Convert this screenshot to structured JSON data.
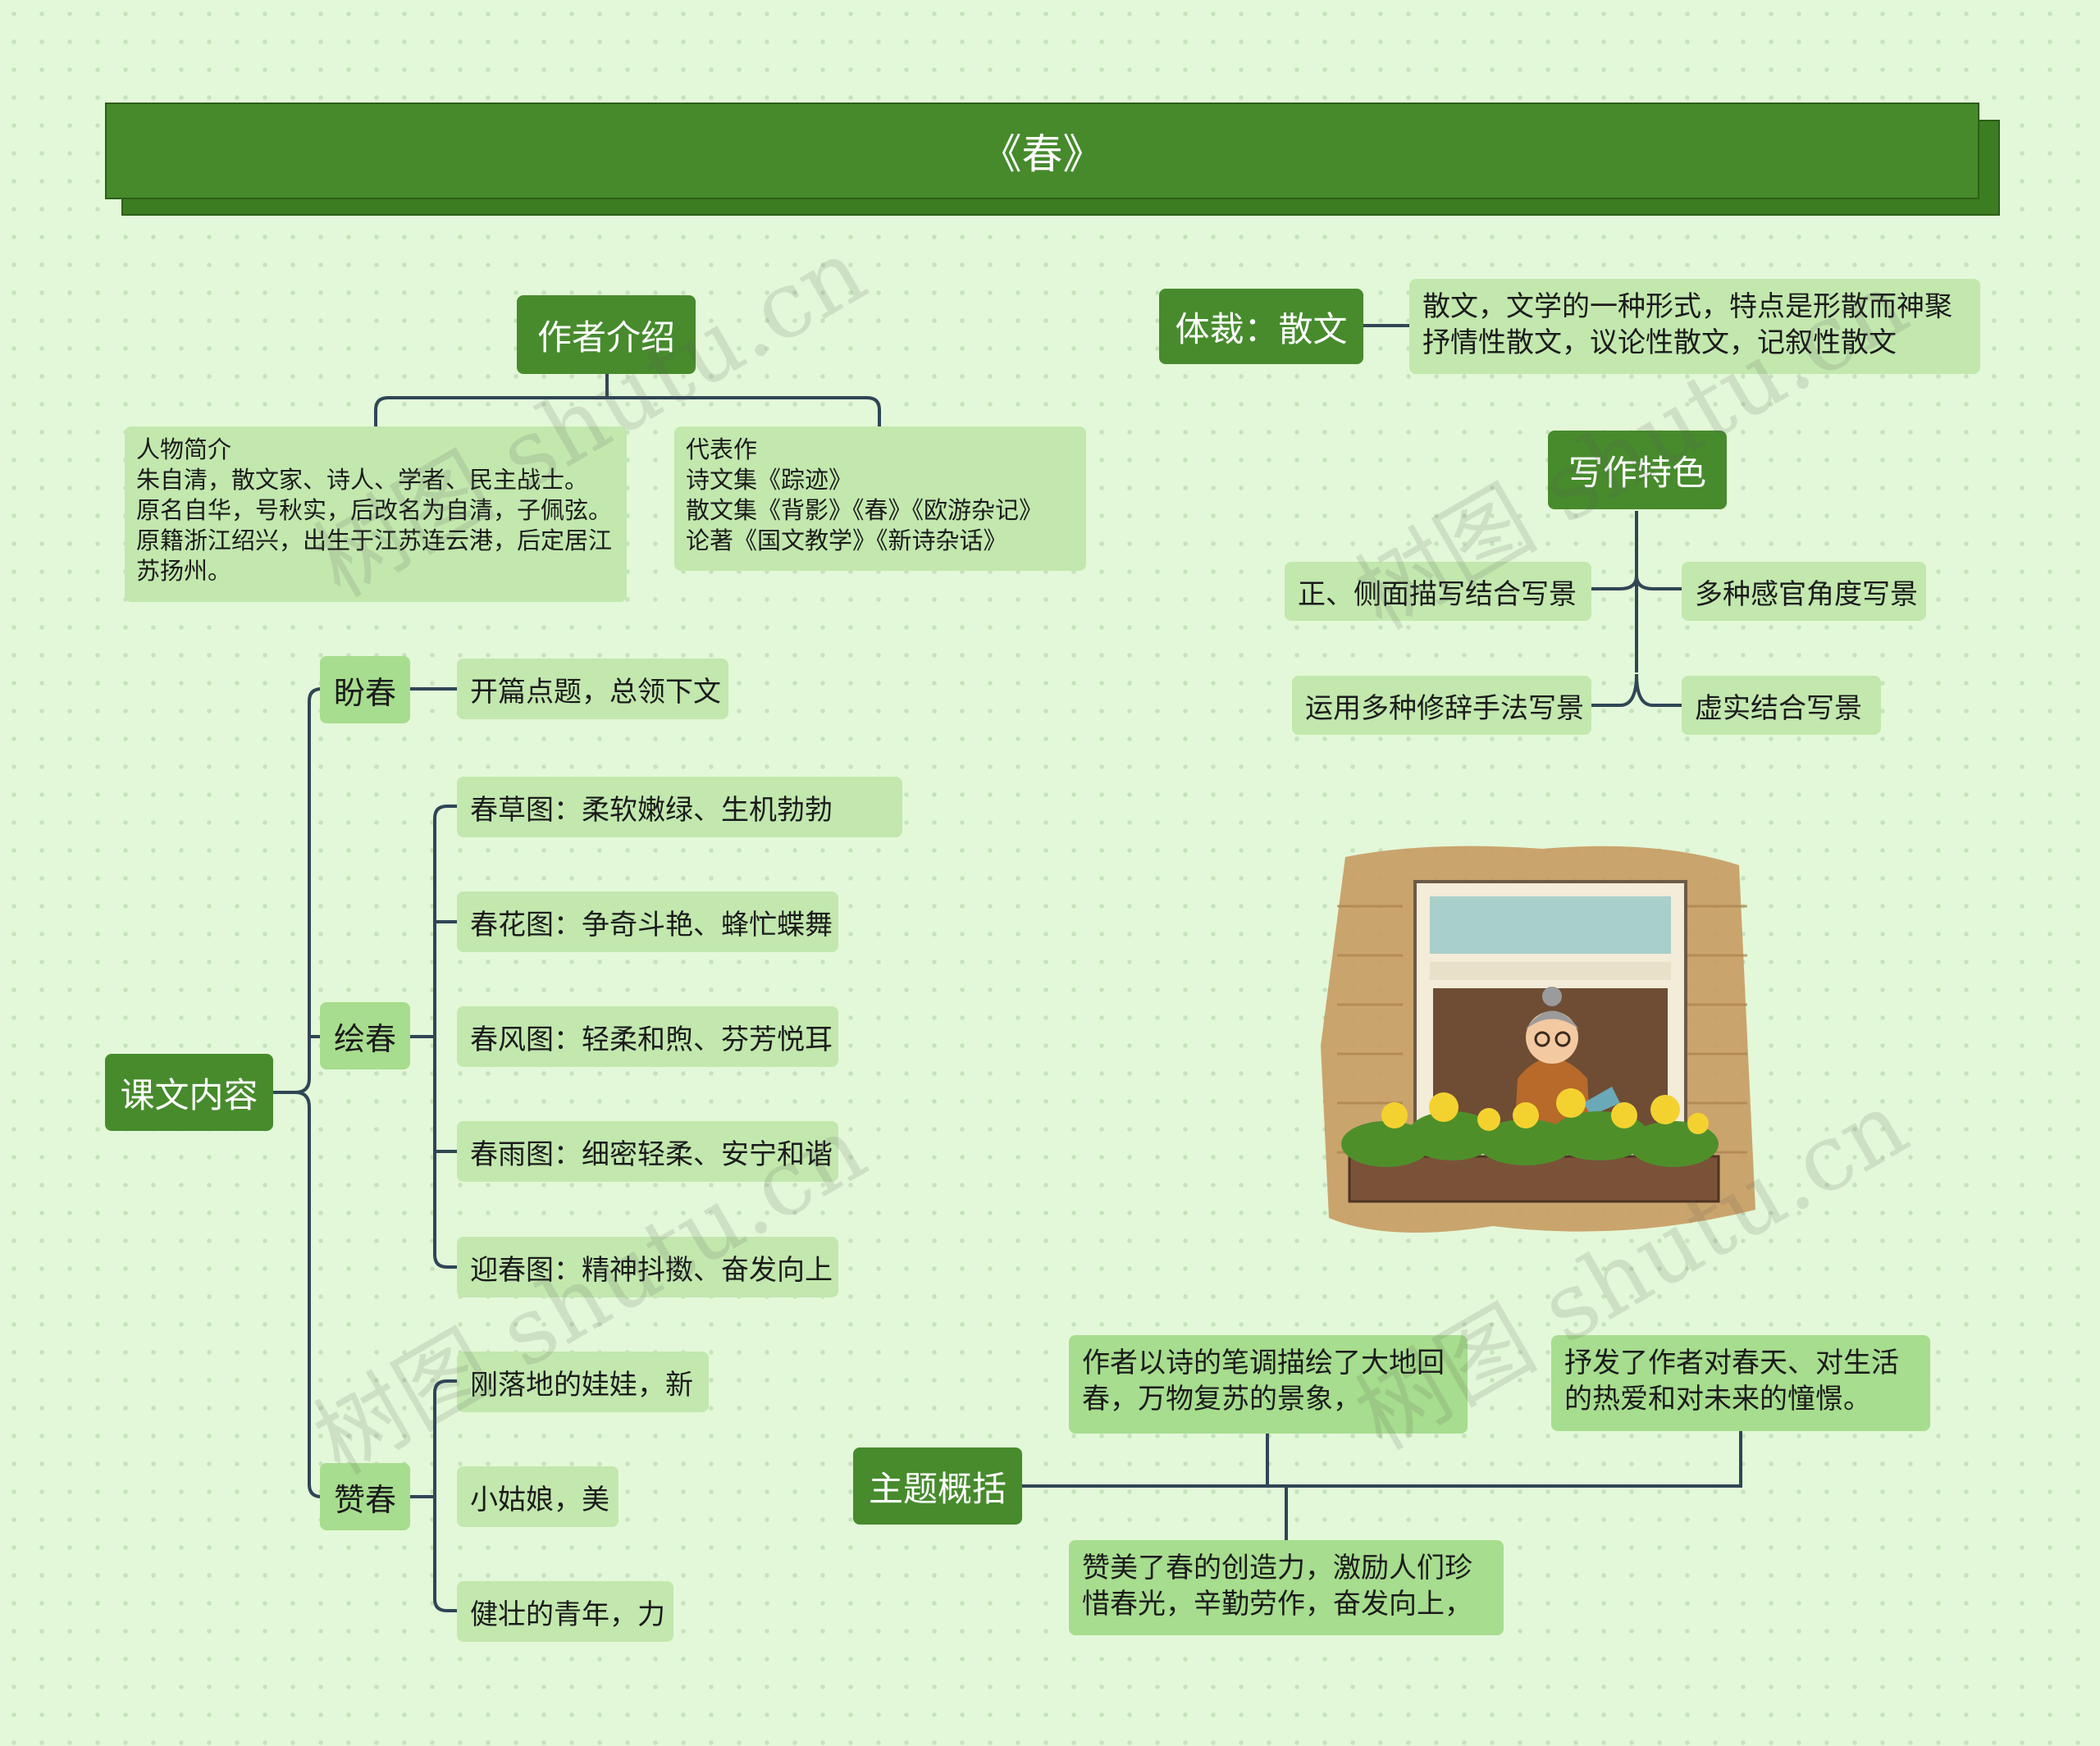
{
  "title": "《春》",
  "author": {
    "header": "作者介绍",
    "profile": {
      "heading": "人物简介",
      "lines": [
        "朱自清，散文家、诗人、学者、民主战士。",
        "原名自华，号秋实，后改名为自清，子佩弦。",
        "原籍浙江绍兴，出生于江苏连云港，后定居江",
        "苏扬州。"
      ]
    },
    "works": {
      "heading": "代表作",
      "lines": [
        "诗文集《踪迹》",
        "散文集《背影》《春》《欧游杂记》",
        "论著《国文教学》《新诗杂话》"
      ]
    }
  },
  "genre": {
    "header": "体裁：散文",
    "lines": [
      "散文，文学的一种形式，特点是形散而神聚",
      "抒情性散文，议论性散文，记叙性散文"
    ]
  },
  "features": {
    "header": "写作特色",
    "items": [
      "正、侧面描写结合写景",
      "多种感官角度写景",
      "运用多种修辞手法写景",
      "虚实结合写景"
    ]
  },
  "content": {
    "header": "课文内容",
    "groups": [
      {
        "label": "盼春",
        "items": [
          "开篇点题，总领下文"
        ]
      },
      {
        "label": "绘春",
        "items": [
          "春草图：柔软嫩绿、生机勃勃",
          "春花图：争奇斗艳、蜂忙蝶舞",
          "春风图：轻柔和煦、芬芳悦耳",
          "春雨图：细密轻柔、安宁和谐",
          "迎春图：精神抖擞、奋发向上"
        ]
      },
      {
        "label": "赞春",
        "items": [
          "刚落地的娃娃，新",
          "小姑娘，美",
          "健壮的青年，力"
        ]
      }
    ]
  },
  "theme": {
    "header": "主题概括",
    "items": [
      [
        "作者以诗的笔调描绘了大地回",
        "春，万物复苏的景象，"
      ],
      [
        "抒发了作者对春天、对生活",
        "的热爱和对未来的憧憬。"
      ],
      [
        "赞美了春的创造力，激励人们珍",
        "惜春光，辛勤劳作，奋发向上，"
      ]
    ]
  },
  "watermark": "树图 shutu.cn",
  "colors": {
    "header": "#478b2d",
    "sub": "#a7dd8e",
    "leaf": "#c2e8ae",
    "line": "#2f4656",
    "background": "#e3f8d8"
  },
  "illustration": "grandmother-watering-flowers-at-window"
}
